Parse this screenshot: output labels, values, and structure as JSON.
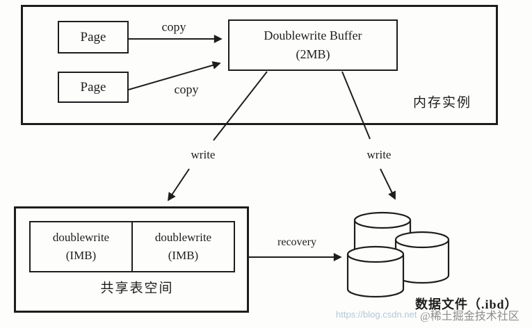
{
  "colors": {
    "ink": "#1d1d1d",
    "paper": "#fdfdfc",
    "watermark_url_color": "#b3c7d6",
    "watermark_community_color": "#8c8c8c"
  },
  "memory": {
    "label": "内存实例",
    "pages": [
      "Page",
      "Page"
    ],
    "buffer": {
      "title": "Doublewrite Buffer",
      "size": "(2MB)"
    },
    "copy_labels": [
      "copy",
      "copy"
    ]
  },
  "flow": {
    "write_left": "write",
    "write_right": "write",
    "recovery": "recovery"
  },
  "tablespace": {
    "label": "共享表空间",
    "segments": [
      {
        "title": "doublewrite",
        "size": "(IMB)"
      },
      {
        "title": "doublewrite",
        "size": "(IMB)"
      }
    ]
  },
  "data_files": {
    "label": "数据文件（.ibd）"
  },
  "watermarks": {
    "url": "https://blog.csdn.net",
    "community": "@稀土掘金技术社区"
  }
}
